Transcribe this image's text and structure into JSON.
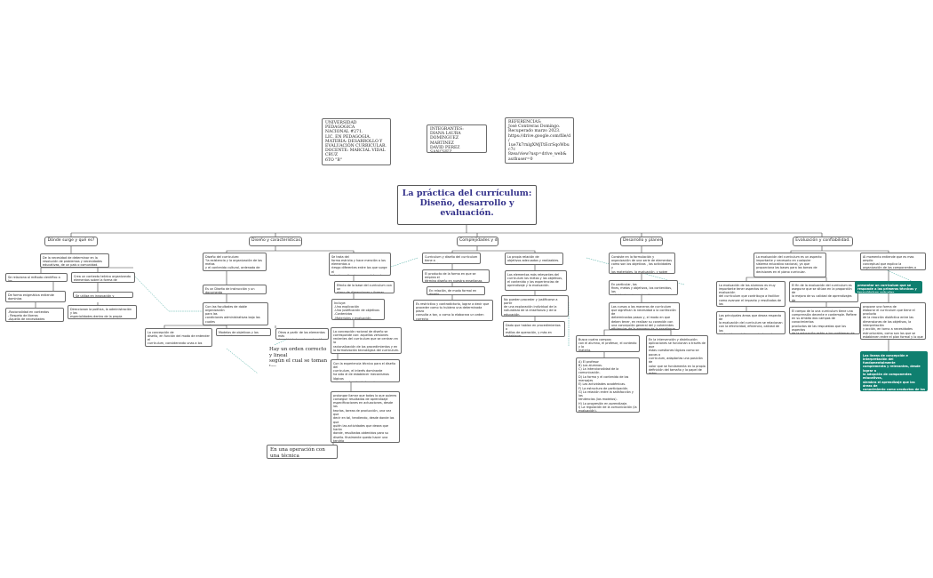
{
  "colors": {
    "title": "#33318a",
    "teal": "#0f7f6f",
    "line": "#3a3a3a",
    "dashed": "#3aa59a"
  },
  "header": {
    "university": "UNIVERSIDAD PEDAGOGICA\nNACIONAL #271.\nLIC. EN PEDAGOGIA.\nMATERIA:  DESARROLLO Y\nEVALUACIÓN CURRICULAR.\nDOCENTE: MARCIAL VIDAL CRUZ\n6TO \"B\"",
    "members": "INTEGRANTES:\nDIANA LAURA DOMINGUEZ\nMARTINEZ\nDAVID PEREZ SANCHEZ.",
    "refs": "REFERENCIAS:\nJosé Contreras Domingo.\nRecuperado marzo 2023.\nhttps://drive.google.com/file/d/\n1ue7k7rnlgXMjTtEcrSqoWbuc7c\n8zea/view?usp=drive_web&\nauthuser=0"
  },
  "title": "La práctica del currículum:\nDiseño, desarrollo y\nevaluación.",
  "sections": {
    "s1": "Dónde surge y qué es?",
    "s2": "Diseño y características.",
    "s3": "Complejidades y dificultades.",
    "s4": "Desarrollo y planes.",
    "s5": "Evaluación y confiabilidad."
  },
  "c1": {
    "a": "De la necesidad de determinar en la\nresolución de problemas y necesidades\neducativas, de un país o comunidad.",
    "b": "Se relaciona al método científico a los\nproblemas prácticos.",
    "c": "Crea un contexto teórico organizando\nelementos sobre la forma de transitarse.",
    "d": "De forma enigmática entiende dominios\ncomo:",
    "e": "Se utiliza en innovación y comercios.",
    "f": "-Racionalidad en contextos\n- Respeto de liberas\n-Aquella de necesidades tecnológica.",
    "g": "Direccionan la política, la administración y las\nespecialidades dentro de la propia práctica de\nla enseñanza."
  },
  "c2": {
    "a": "Diseño del curriculum:\n\"la existencia y la organización de las metas\ny el contenido cultural, ordenado de\nmodo que revele la potencial progresión a\ntravés de los niveles de escolaridad\".",
    "b": "Se trata del\nforma estricta y hace mención a los elementos o\nriesgo diferentes entre los que surge el\nadaptarse funciones que deben lugar a\nun currículum.",
    "c": "Es un Diseño de instrucción y  un documento\nescrito.",
    "d": "Efecto de la base del curriculum con un\nplano de dimensiones y formas.",
    "e": "Con las facultades de doble organización\npara las\ncondiciones administrativas bajo las cuales\nse ha operan.",
    "f": "Incluye:\n-Una explicación\n-Una justificación de objetivos\n-Contenidos\n-Materiales y evaluación.",
    "g": "La concepción de\ndiseño, en función del modo de entender el\ncurrículum, considerando unas a los\nobjetivos.",
    "h": "Modelos de objetivos y los contenidos",
    "i": "Otros a partir de los elementos más\nde actividades y la evaluación.",
    "j": "Hay un orden correcto y lineal\nsegún el cual se toman las\ndecisiones",
    "k": "La concepción racional de diseño se\ncorresponde con: aquellas versiones\nrecientes del curriculum que se centran en la\nracionalización de  los procedimientos y en\nla formalización tecnológica del curriculum.",
    "l": "Con la experiencia técnico para el diseño del\ncurriculum, el interés dominante\nha sido el de establecer mecanismos lógicos\nque procedan desde los más\nmedidores principios racionales evaluado en\netc, a las especificaciones finalizadas.",
    "m": "prolongar llamar que todas lo que quieres\nconseguir resultados de aprendizaje\nespecificaciones en actuaciones, desde las\nteorías, tareas de producción, una vez que\ndecir en tal, tendiendo, desde donde los que\nquién las actividades que desea que harán\ndonde, resultados obtenidos para su\ndiseño. finalmente queda hacer una tendría\ndonde\nestas decisiones y comprobar que lo\npermiten adecuar los objetivos, consejos a\nlopas que habrás decidido al principio.",
    "n": "En una operación con una técnica\nprecisa"
  },
  "c3": {
    "a": "Curriculum y diseño del currículum tiene a\nser lo mismo.",
    "b": "La propia relación de\nobjetivos adecuados y realizables.",
    "c": "El producto de la forma en que se emplea el\ntérmino diseño en nuestra enseñanza.",
    "d": "Los elementos más relevantes del\ncurrículum los metas y  los objetivos,\nel contenido y las experiencias de\naprendizaje y la evaluación.",
    "e": "En relación, de modo formal en diseño.",
    "f": "No pueden proceder y justificarse a partir\nde una  exploración individual de la\nnaturaleza de la enseñanza y de la\neducación.",
    "g": "Es restrictivo y contradictorio, lograr a decir que\nproceder como tu hubiera una determinada pieza\nconsulta a tan, o como lo elaborara un orden correcto\npara partes.",
    "h": "Dado que hablan en procedimientos o\nestilos de operación, y más en establecer\nuna base teórica sólida para tales\nprocedimientos."
  },
  "c4": {
    "a": "Consiste en la formulación y\norganización de una serie de elementos\ncomo son los objetivos , las actividades y\nlos materiales, la evaluación, y sobre todo,\nlos contenidos.",
    "b": "En particular, los\nfines, metas y  objetivos, los contenidos, las\nactividades y la evaluación.",
    "c": "Los cursos o las maneras de currículum\nque significan la necesidad o la confección de\ndeterminados pasos y, el modo en que\ndeben tener, en realizar su conexión con\nuna concepción general del y coherentes\neficiencias de la empresa de la enseñanza.",
    "d": "Busca cuatro campos:\ncon el alumno, el profesor, el contexto y la\nmateria.",
    "e": "En la intervención y distribución\naplicaciones se funcionan a través de que\nestas cuestiones lógicas como se pocas o\ncurrículum, adaptarlas una posición de\nvalor que se fundamenta en la propia\ndefinición del tamaño y la papel de estos\nelementos y que el diseño en la propia\nprácticas mediante pressions de registre\nmomos.",
    "f": "A) El profesor\nB) Los alumnos.\nC) La intencionalidad de la comunicación.\nD) La forma y el contenido de los mensajes\nE) Las actividades académicas.\nF) La estructura de participación.\nG) La relación entre la satisfacción y las\ntendencias (los modelos).\nH) La progresión en aprendizaje.\nI) La regulación de la comunicación (la\nevaluación).\nJ) El contexto, tanto del aula como el\ninstitucional y social."
  },
  "c5": {
    "a": "La evaluación del currículum es un aspecto\nimportante y necesario en cualquier\nsistema educativo nacional, ya que\nproporciona las bases para las tomas de\ndecisiones en el plano curricular.",
    "b": "Al momento entiende que es mas amplio\nconceptual que explica la\norganización de los componentes o\nelementos del currículum",
    "c": "La evaluación de los alumnos es muy\nimportante tener aspectos de la evaluación\ndel currículum que contribuya a facilitar\ncomo avanzar el impacto y resultados de los\nprogramas educativos.",
    "d": "El fin de la evaluación del currículum es\nasegurar que se sitúan en la proporción de\nla mejora de su calidad de aprendizajes de\nlos estudiantes.",
    "e": "presentar un currículum que se\nresponde a las primeras técnicas y\ntecnológicas actuales.",
    "f": "propone una forma de\nelaborar el currículum que tiene el producto\nde la reacción dialéctica entre las\ndimensiones de los objetivos, la interpretación\ny acción, en torno a necesidades\nestructurales, como son las que se\nestablecen entre el plan formal y lo que se\nconoce, entre las necesidades y los significados\na que deben dar lugar, entre las personas\nque participan en tales procesos.",
    "g": "Las principales áreas que desea respecto de\nla evaluación del currículum se relacionan\ncon la efectividad, eficiencia, calidad de los\ncontenidos, prácticas curriculares, logro de\nobjetivos y metas.",
    "h": "El campo de la una currículum tiene una\ncomprensión decente e contemple. Refiere\nen su ámbito dos campos de conocimientos\nproductos de las respuestas que los aspectos\nde la educación están a los problemas de\nla evaluación en el área educativa.",
    "i": "Las líneas de concepción e\ninterpretación del fundamentalmente\ncomplementa y relevantes, desde lograr a\nla  adopción de componentes educativos,\nsiembra el aprendizaje que las áreas de\nconocimiento como productos de las\nactividades que primero distribuyen a\nalumnos  y la implicación de defensor de\nlíneas y procesos curriculares."
  }
}
